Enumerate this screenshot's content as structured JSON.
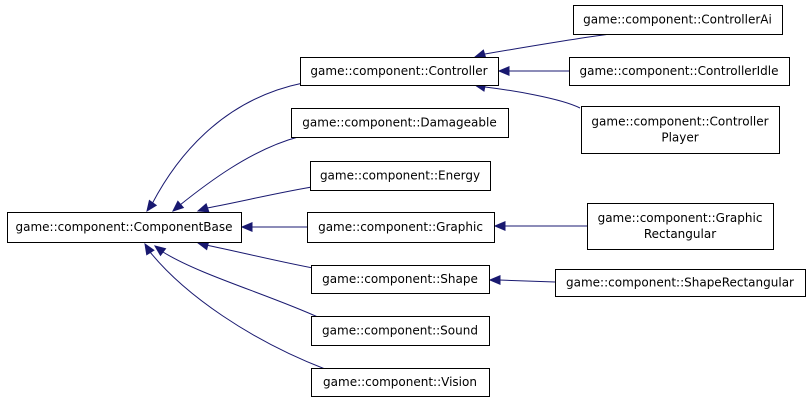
{
  "diagram": {
    "type": "class-inheritance-graph",
    "edge_color": "#191970",
    "nodes": [
      {
        "id": "base",
        "lines": [
          "game::component::ComponentBase"
        ]
      },
      {
        "id": "controller",
        "lines": [
          "game::component::Controller"
        ]
      },
      {
        "id": "damageable",
        "lines": [
          "game::component::Damageable"
        ]
      },
      {
        "id": "energy",
        "lines": [
          "game::component::Energy"
        ]
      },
      {
        "id": "graphic",
        "lines": [
          "game::component::Graphic"
        ]
      },
      {
        "id": "shape",
        "lines": [
          "game::component::Shape"
        ]
      },
      {
        "id": "sound",
        "lines": [
          "game::component::Sound"
        ]
      },
      {
        "id": "vision",
        "lines": [
          "game::component::Vision"
        ]
      },
      {
        "id": "ctrl_ai",
        "lines": [
          "game::component::ControllerAi"
        ]
      },
      {
        "id": "ctrl_idle",
        "lines": [
          "game::component::ControllerIdle"
        ]
      },
      {
        "id": "ctrl_player",
        "lines": [
          "game::component::Controller",
          "Player"
        ]
      },
      {
        "id": "graphic_rect",
        "lines": [
          "game::component::Graphic",
          "Rectangular"
        ]
      },
      {
        "id": "shape_rect",
        "lines": [
          "game::component::ShapeRectangular"
        ]
      }
    ],
    "edges": [
      {
        "from": "controller",
        "to": "base"
      },
      {
        "from": "damageable",
        "to": "base"
      },
      {
        "from": "energy",
        "to": "base"
      },
      {
        "from": "graphic",
        "to": "base"
      },
      {
        "from": "shape",
        "to": "base"
      },
      {
        "from": "sound",
        "to": "base"
      },
      {
        "from": "vision",
        "to": "base"
      },
      {
        "from": "ctrl_ai",
        "to": "controller"
      },
      {
        "from": "ctrl_idle",
        "to": "controller"
      },
      {
        "from": "ctrl_player",
        "to": "controller"
      },
      {
        "from": "graphic_rect",
        "to": "graphic"
      },
      {
        "from": "shape_rect",
        "to": "shape"
      }
    ]
  }
}
